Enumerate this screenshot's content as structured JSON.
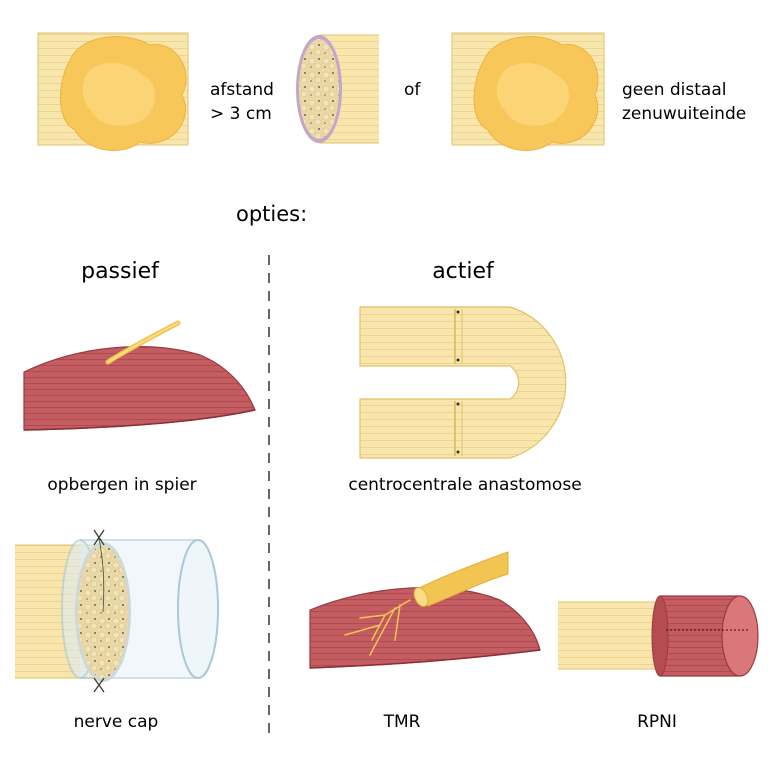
{
  "top": {
    "distance_label_line1": "afstand",
    "distance_label_line2": "> 3 cm",
    "or_label": "of",
    "no_distal_line1": "geen distaal",
    "no_distal_line2": "zenuwuiteinde"
  },
  "options_label": "opties:",
  "passive": {
    "heading": "passief",
    "item1": "opbergen in spier",
    "item2": "nerve cap"
  },
  "active": {
    "heading": "actief",
    "item1": "centrocentrale anastomose",
    "item2": "TMR",
    "item3": "RPNI"
  },
  "colors": {
    "nerve": "#f7e3a6",
    "nerve_stroke": "#e2c36a",
    "neuroma": "#f8c95a",
    "muscle": "#c15a5f",
    "muscle_dark": "#9b3a40",
    "cap": "#a9c8d8",
    "thin_nerve": "#f2c552"
  }
}
